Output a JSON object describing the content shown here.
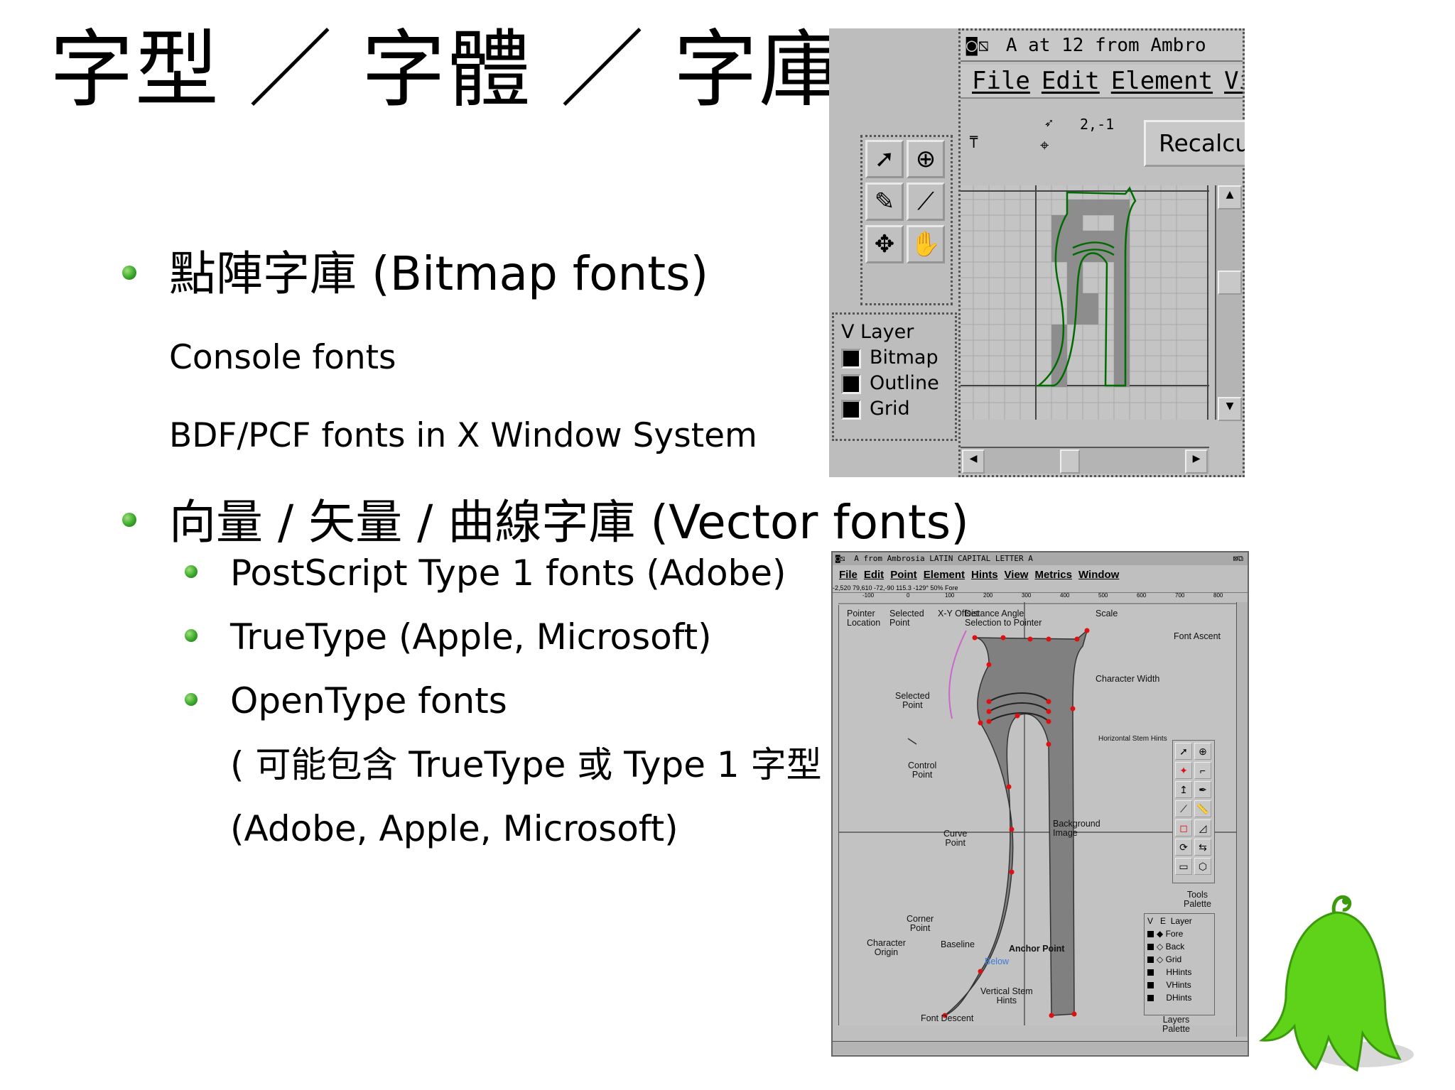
{
  "slide": {
    "title": "字型 ／ 字體 ／ 字庫",
    "bitmap": {
      "heading": "點陣字庫 (Bitmap fonts)",
      "items": [
        "Console fonts",
        "BDF/PCF fonts in X Window System"
      ]
    },
    "vector": {
      "heading": "向量 / 矢量 / 曲線字庫 (Vector fonts)",
      "items": [
        "PostScript Type 1 fonts (Adobe)",
        "TrueType (Apple, Microsoft)",
        "OpenType fonts"
      ],
      "notes": [
        "( 可能包含 TrueType 或 Type 1 字型 )",
        "(Adobe, Apple, Microsoft)"
      ]
    }
  },
  "bitmap_editor": {
    "title": "A at 12 from Ambro",
    "menu": [
      "File",
      "Edit",
      "Element",
      "Vie"
    ],
    "coords": "2,-1",
    "recalc_label": "Recalcu",
    "layers": {
      "header": "V  Layer",
      "items": [
        "Bitmap",
        "Outline",
        "Grid"
      ]
    }
  },
  "outline_editor": {
    "title": "A from Ambrosia LATIN CAPITAL LETTER A",
    "menu": [
      "File",
      "Edit",
      "Point",
      "Element",
      "Hints",
      "View",
      "Metrics",
      "Window"
    ],
    "status": "-2,520    79,610    -72,-90    115.3    -129°   50%   Fore",
    "ruler": [
      "-100",
      "0",
      "100",
      "200",
      "300",
      "400",
      "500",
      "600",
      "700",
      "800"
    ],
    "annotations": {
      "pointer_location": "Pointer\nLocation",
      "selected_point_hdr": "Selected\nPoint",
      "xy_offset": "X-Y Offset",
      "distance_angle": "Distance  Angle\nSelection to Pointer",
      "scale": "Scale",
      "font_ascent": "Font Ascent",
      "character_width": "Character Width",
      "selected_point": "Selected\nPoint",
      "horizontal_stem_hints": "Horizontal Stem Hints",
      "control_point": "Control\nPoint",
      "curve_point": "Curve\nPoint",
      "background_image": "Background\nImage",
      "tools_palette": "Tools\nPalette",
      "corner_point": "Corner\nPoint",
      "character_origin": "Character\nOrigin",
      "baseline": "Baseline",
      "anchor_point": "Anchor Point",
      "below": "Below",
      "vertical_stem_hints": "Vertical Stem\nHints",
      "font_descent": "Font Descent",
      "layers_palette": "Layers\nPalette"
    },
    "layers": {
      "header": [
        "V",
        "E",
        "Layer"
      ],
      "items": [
        "Fore",
        "Back",
        "Grid",
        "HHints",
        "VHints",
        "DHints"
      ]
    }
  },
  "colors": {
    "bullet_green": "#39a72a",
    "mascot_green": "#5fd21a",
    "glyph_fill": "#808080",
    "point_red": "#e01010"
  }
}
